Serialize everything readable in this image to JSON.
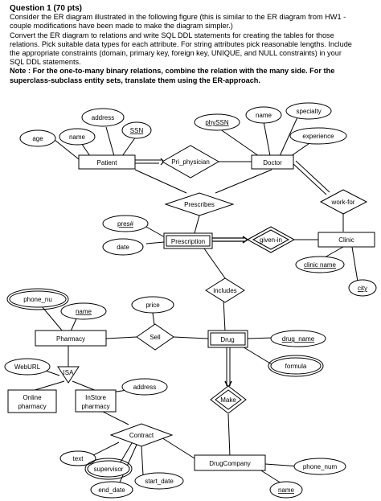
{
  "question": {
    "title": "Question 1 (70 pts)",
    "line1": "Consider the ER diagram illustrated in the following figure (this is similar to the ER diagram from HW1 -",
    "line2": "couple modifications have been made to make the diagram simpler.)",
    "line3": "Convert the ER diagram to relations and write SQL DDL statements for creating the tables for those",
    "line4": "relations. Pick suitable data types for each attribute. For string attributes pick reasonable lengths. Include",
    "line5": "the appropriate constraints (domain, primary key, foreign key, UNIQUE, and NULL constraints) in your",
    "line6": "SQL DDL statements.",
    "note1": "Note : For the one-to-many binary relations, combine the relation with the many side. For the",
    "note2": "superclass-subclass entity sets, translate them using the ER-approach."
  },
  "diagram": {
    "entities": {
      "patient": "Patient",
      "doctor": "Doctor",
      "prescription": "Prescription",
      "clinic": "Clinic",
      "pharmacy": "Pharmacy",
      "drug": "Drug",
      "online_pharmacy_1": "Online",
      "online_pharmacy_2": "pharmacy",
      "instore_pharmacy_1": "InStore",
      "instore_pharmacy_2": "pharmacy",
      "drug_company": "DrugCompany"
    },
    "relationships": {
      "pri_physician": "Pri_physician",
      "work_for": "work-for",
      "prescribes": "Prescribes",
      "given_in": "given-in",
      "includes": "includes",
      "sell": "Sell",
      "make": "Make",
      "contract": "Contract",
      "isa": "ISA"
    },
    "attributes": {
      "address_patient": "address",
      "ssn": "SSN",
      "name_patient": "name",
      "age": "age",
      "physsn": "phySSN",
      "name_doctor": "name",
      "specialty": "specialty",
      "experience": "experience",
      "pres_num": "pres#",
      "date": "date",
      "clinic_name": "clinic name",
      "city": "city",
      "phone_nu": "phone_nu",
      "name_pharmacy": "name",
      "price": "price",
      "drug_name": "drug_name",
      "formula": "formula",
      "weburl": "WebURL",
      "address_instore": "address",
      "text": "text",
      "supervisor": "supervisor",
      "start_date": "start_date",
      "end_date": "end_date",
      "phone_num": "phone_num",
      "name_company": "name"
    }
  }
}
